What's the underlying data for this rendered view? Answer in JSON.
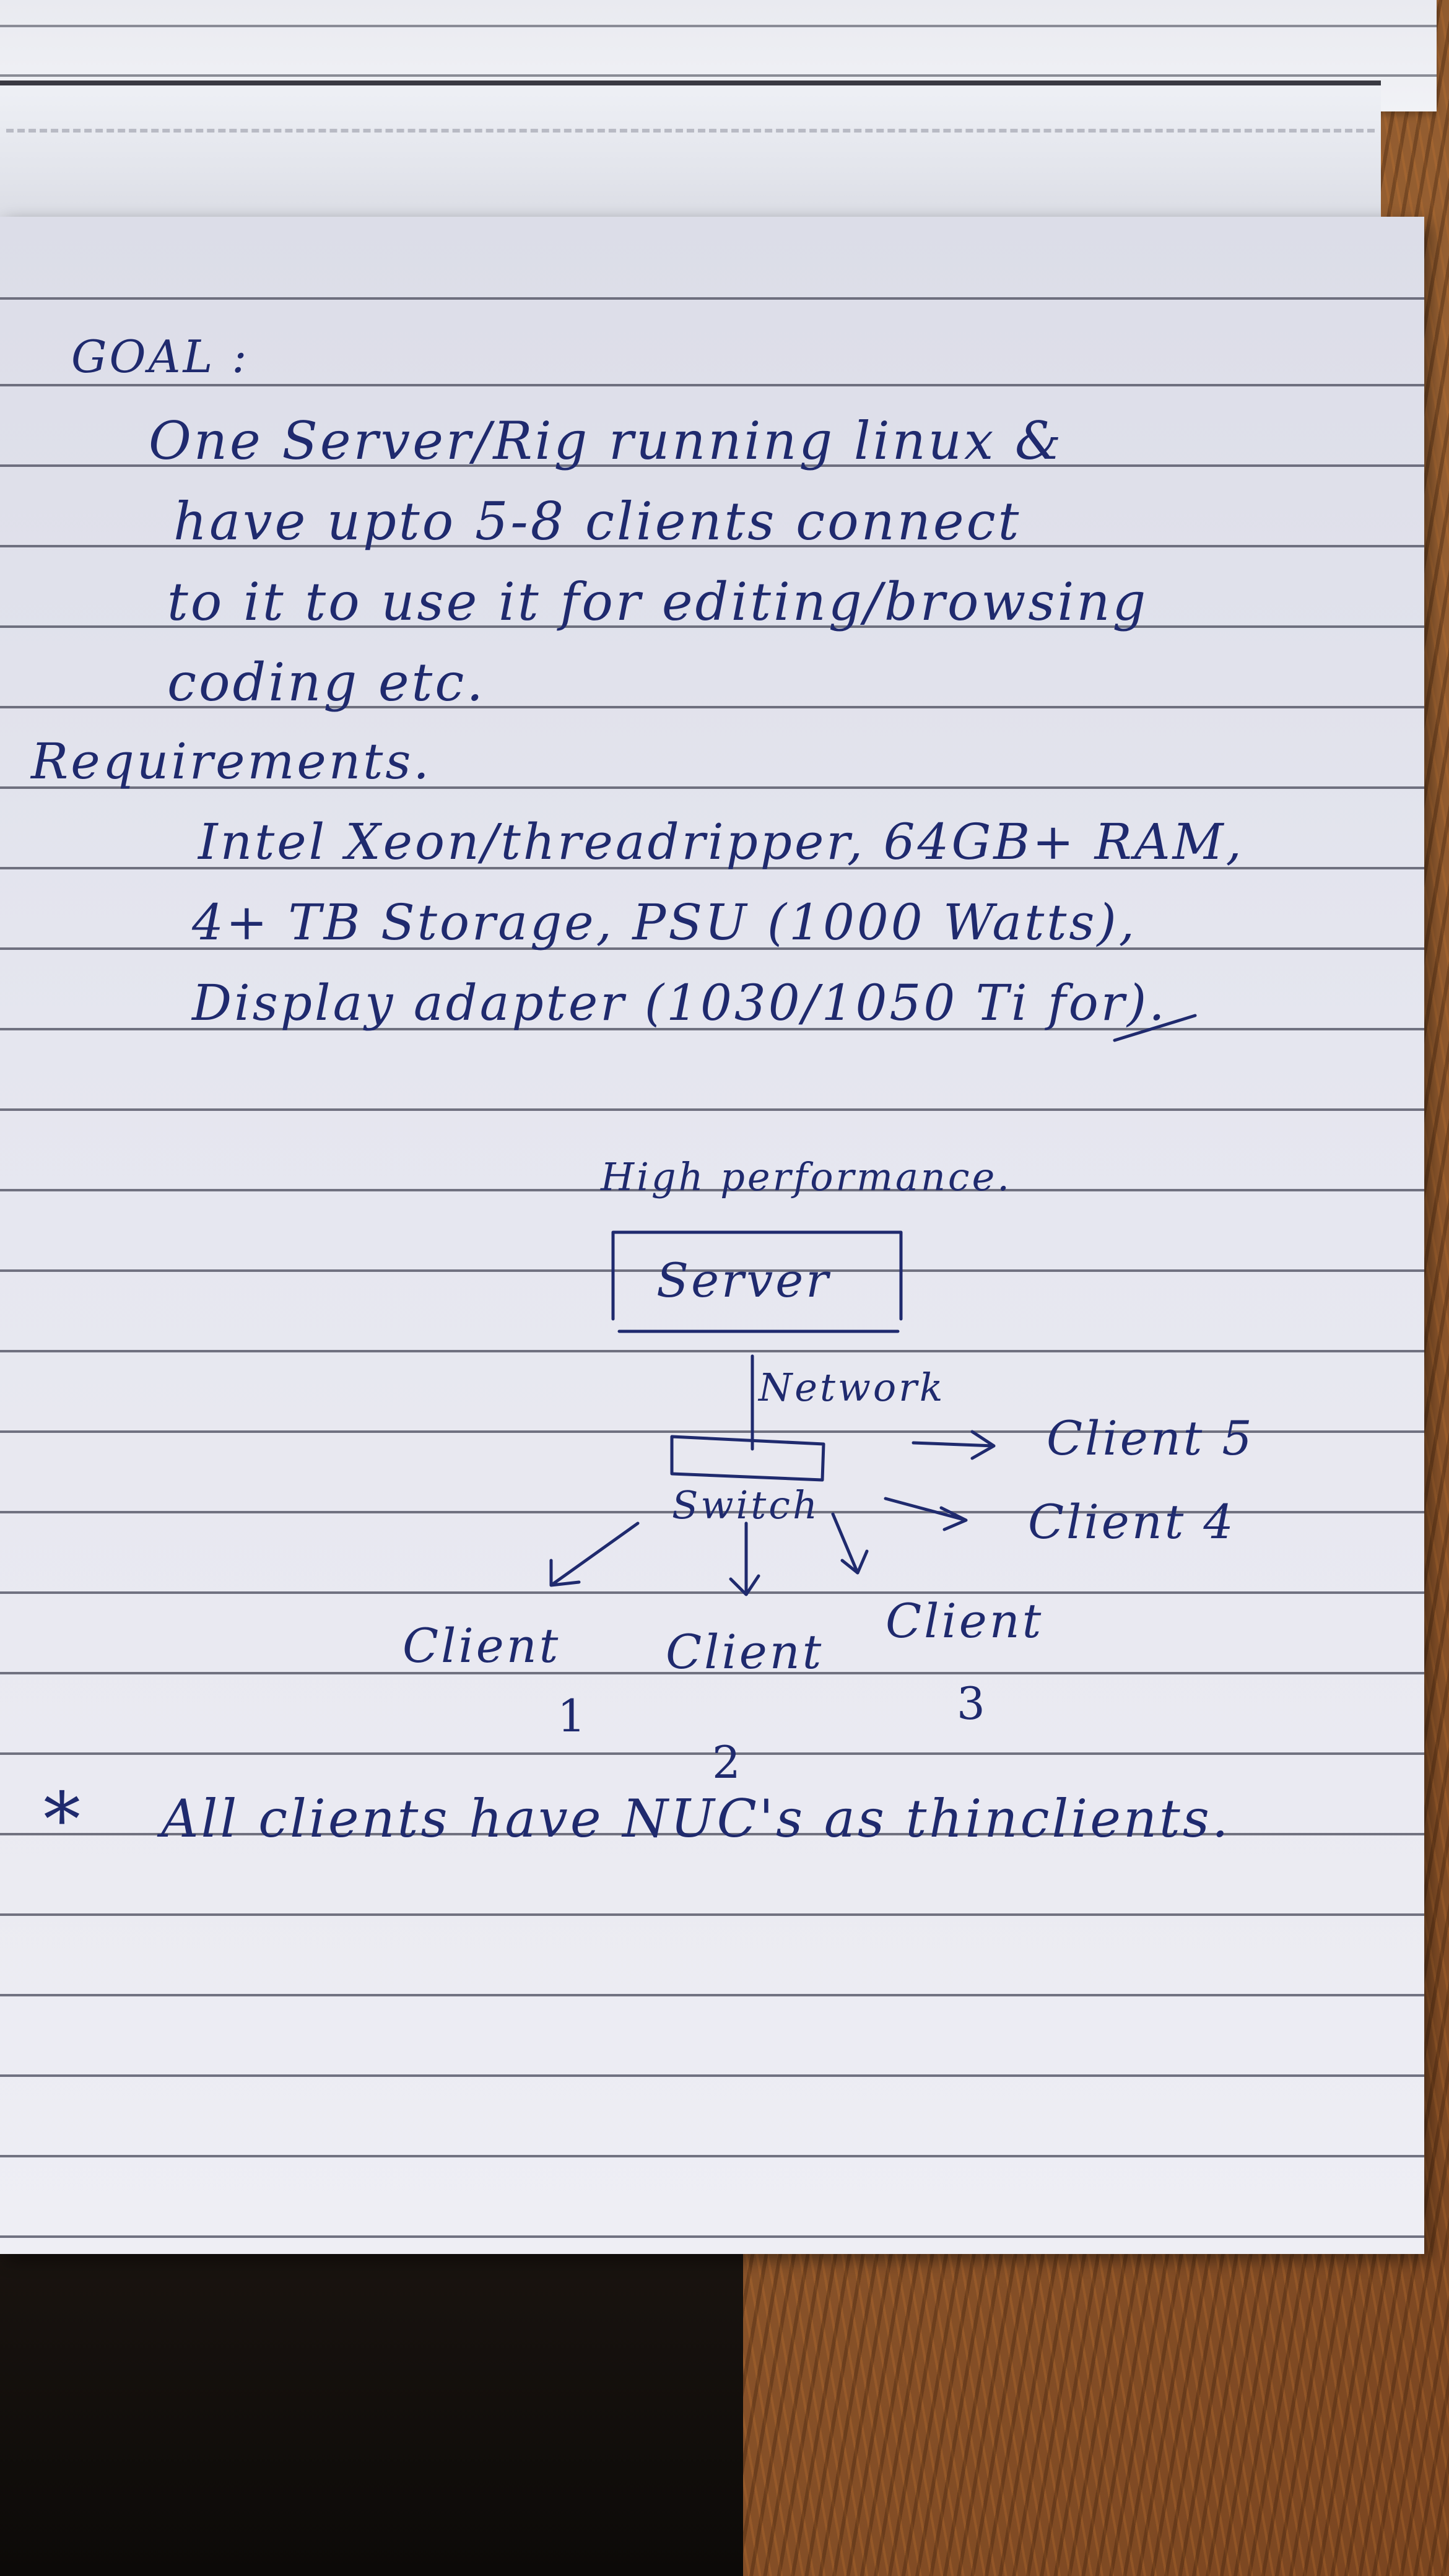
{
  "note": {
    "goal_heading": "GOAL :",
    "goal_lines": [
      "One Server/Rig running linux &",
      "have upto 5-8 clients connect",
      "to it to use it for editing/browsing",
      "coding etc."
    ],
    "requirements_heading": "Requirements.",
    "requirements_lines": [
      "Intel Xeon/threadripper, 64GB+ RAM,",
      "4+ TB Storage, PSU (1000 Watts),",
      "Display adapter (1030/1050 Ti for)."
    ],
    "diagram": {
      "server_caption": "High performance.",
      "server_label": "Server",
      "network_label": "Network",
      "switch_label": "Switch",
      "client1_label": "Client",
      "client1_number": "1",
      "client2_label": "Client",
      "client2_number": "2",
      "client3_label": "Client",
      "client3_number": "3",
      "client4_label": "Client 4",
      "client5_label": "Client 5"
    },
    "footnote_star": "*",
    "footnote": "All clients have NUC's as thinclients."
  },
  "colors": {
    "ink": "#1f2a6e",
    "paper": "#e6e7f0",
    "rule": "#4e5060",
    "table": "#8a5a2e"
  }
}
